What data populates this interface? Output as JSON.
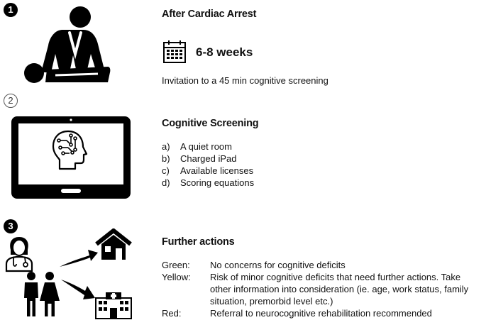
{
  "steps": [
    {
      "badge": "1",
      "title": "After Cardiac Arrest",
      "duration": "6-8 weeks",
      "text": "Invitation to a 45 min cognitive screening"
    },
    {
      "badge": "2",
      "title": "Cognitive Screening",
      "items": [
        {
          "marker": "a)",
          "label": "A quiet room"
        },
        {
          "marker": "b)",
          "label": "Charged iPad"
        },
        {
          "marker": "c)",
          "label": "Available licenses"
        },
        {
          "marker": "d)",
          "label": "Scoring equations"
        }
      ]
    },
    {
      "badge": "3",
      "title": "Further actions",
      "actions": [
        {
          "level": "Green:",
          "text": "No concerns for cognitive deficits"
        },
        {
          "level": "Yellow:",
          "text": "Risk of minor cognitive deficits that need further actions. Take other information into consideration (ie. age, work status, family situation, premorbid level etc.)"
        },
        {
          "level": "Red:",
          "text": "Referral to neurocognitive rehabilitation recommended"
        }
      ]
    }
  ],
  "icons": [
    "cpr-icon",
    "calendar-icon",
    "tablet-icon",
    "brain-head-icon",
    "doctor-icon",
    "couple-icon",
    "arrow-icon",
    "home-icon",
    "hospital-icon"
  ]
}
